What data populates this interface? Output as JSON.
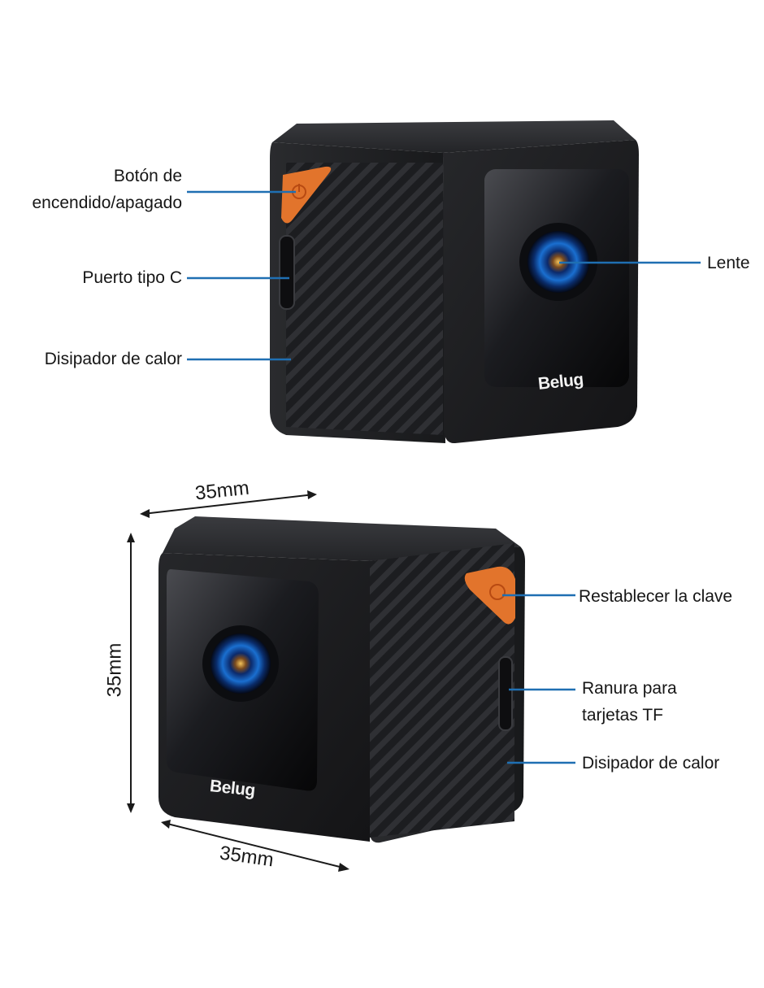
{
  "top_view": {
    "callouts": {
      "power_button": [
        "Botón de",
        "encendido/apagado"
      ],
      "usb_c_port": "Puerto tipo C",
      "heat_sink": "Disipador de calor",
      "lens": "Lente"
    },
    "brand": "Belug"
  },
  "bottom_view": {
    "callouts": {
      "reset": "Restablecer la clave",
      "tf_slot": [
        "Ranura para",
        "tarjetas TF"
      ],
      "heat_sink": "Disipador de calor"
    },
    "brand": "Belug",
    "dimensions": {
      "width_top": "35mm",
      "height": "35mm",
      "depth": "35mm"
    }
  },
  "colors": {
    "callout_line": "#1f6fb2",
    "body": "#1d1e21",
    "accent_button": "#e2742c"
  }
}
